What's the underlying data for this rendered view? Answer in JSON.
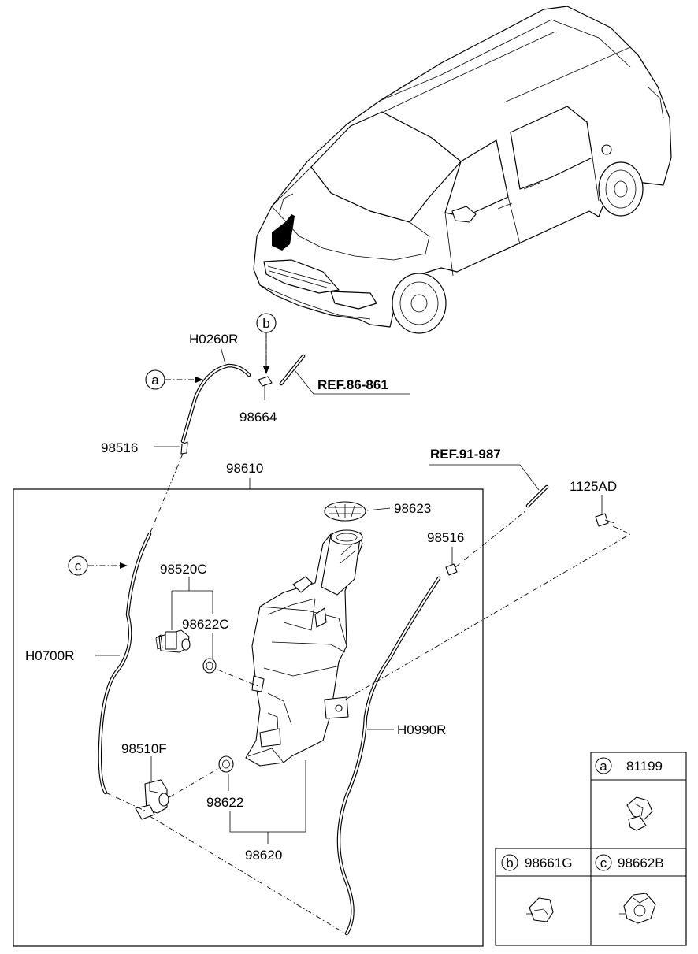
{
  "callouts": {
    "h0260r": "H0260R",
    "ref_86_861": "REF.86-861",
    "p98664": "98664",
    "p98516_left": "98516",
    "p98610": "98610",
    "ref_91_987": "REF.91-987",
    "p1125ad": "1125AD",
    "p98623": "98623",
    "p98516_right": "98516",
    "p98520c": "98520C",
    "p98622c": "98622C",
    "h0700r": "H0700R",
    "h0990r": "H0990R",
    "p98510f": "98510F",
    "p98622": "98622",
    "p98620": "98620"
  },
  "markers": {
    "a": "a",
    "b": "b",
    "c": "c"
  },
  "legend": {
    "a": {
      "letter": "a",
      "part": "81199"
    },
    "b": {
      "letter": "b",
      "part": "98661G"
    },
    "c": {
      "letter": "c",
      "part": "98662B"
    }
  }
}
